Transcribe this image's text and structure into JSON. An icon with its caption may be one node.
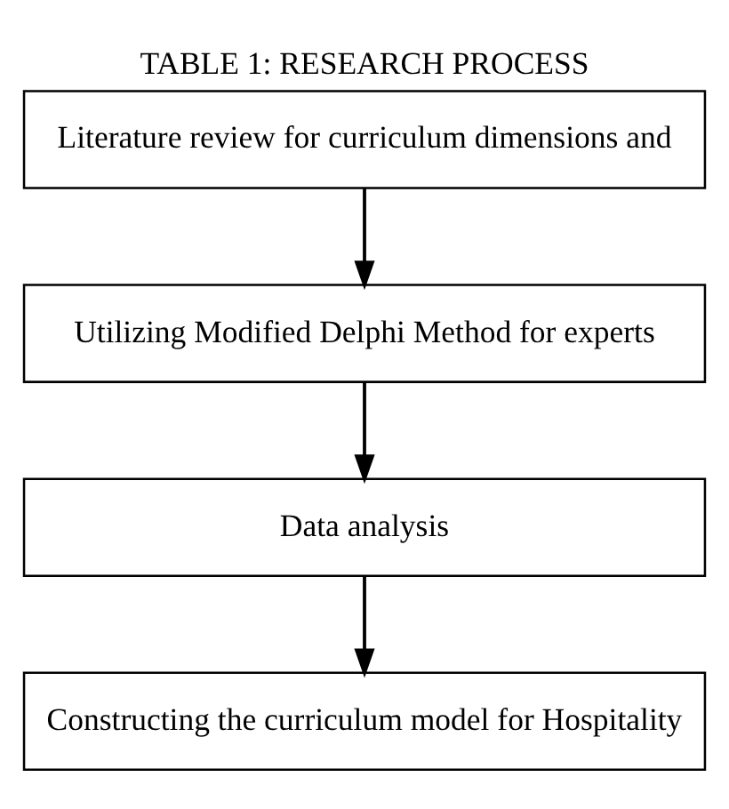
{
  "diagram": {
    "title": "TABLE 1: RESEARCH PROCESS",
    "nodes": [
      {
        "text": [
          "Literature review for curriculum dimensions and"
        ]
      },
      {
        "text": [
          "Utilizing Modified Delphi Method for experts"
        ]
      },
      {
        "text": [
          "Data analysis"
        ]
      },
      {
        "text": [
          "Constructing the curriculum model for Hospitality"
        ]
      }
    ],
    "edges": [
      {
        "from": 0,
        "to": 1,
        "arrow": "to"
      },
      {
        "from": 1,
        "to": 2,
        "arrow": "to"
      },
      {
        "from": 2,
        "to": 3,
        "arrow": "to"
      }
    ]
  }
}
